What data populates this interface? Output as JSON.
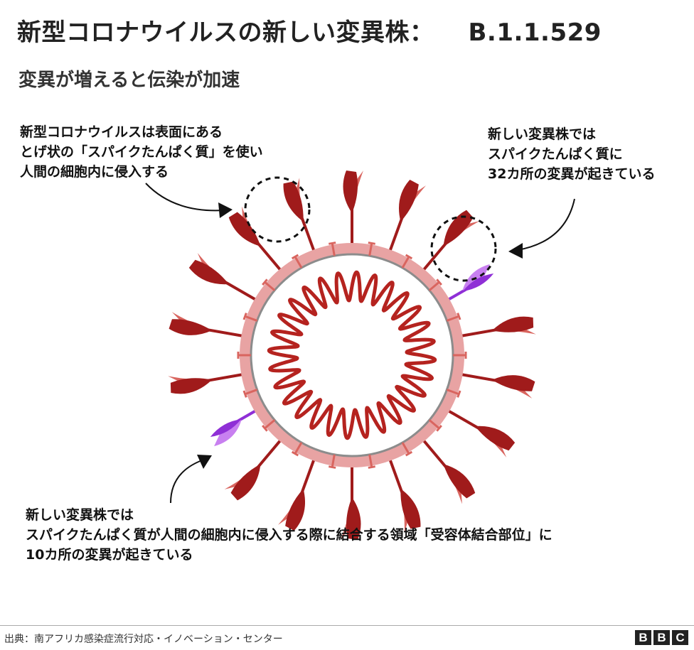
{
  "title": {
    "main": "新型コロナウイルスの新しい変異株：",
    "code": "B.1.1.529"
  },
  "subtitle": "変異が増えると伝染が加速",
  "notes": {
    "left": [
      "新型コロナウイルスは表面にある",
      "とげ状の「スパイクたんぱく質」を使い",
      "人間の細胞内に侵入する"
    ],
    "right": [
      "新しい変異株では",
      "スパイクたんぱく質に",
      "32カ所の変異が起きている"
    ],
    "bottom": [
      "新しい変異株では",
      "スパイクたんぱく質が人間の細胞内に侵入する際に結合する領域「受容体結合部位」に",
      "10カ所の変異が起きている"
    ]
  },
  "footer": {
    "source": "出典：南アフリカ感染症流行対応・イノベーション・センター",
    "logo": [
      "B",
      "B",
      "C"
    ]
  },
  "colors": {
    "spike_dark": "#a01b1b",
    "spike_light": "#d9655f",
    "mutant_dark": "#8f2fd6",
    "mutant_light": "#c880f0",
    "membrane": "#e8a3a3",
    "membrane_line": "#8c8c8c",
    "rna": "#b5231f"
  },
  "icons": [
    "arrow-left-note",
    "arrow-right-note",
    "arrow-bottom-note",
    "dashed-highlight-circle"
  ]
}
